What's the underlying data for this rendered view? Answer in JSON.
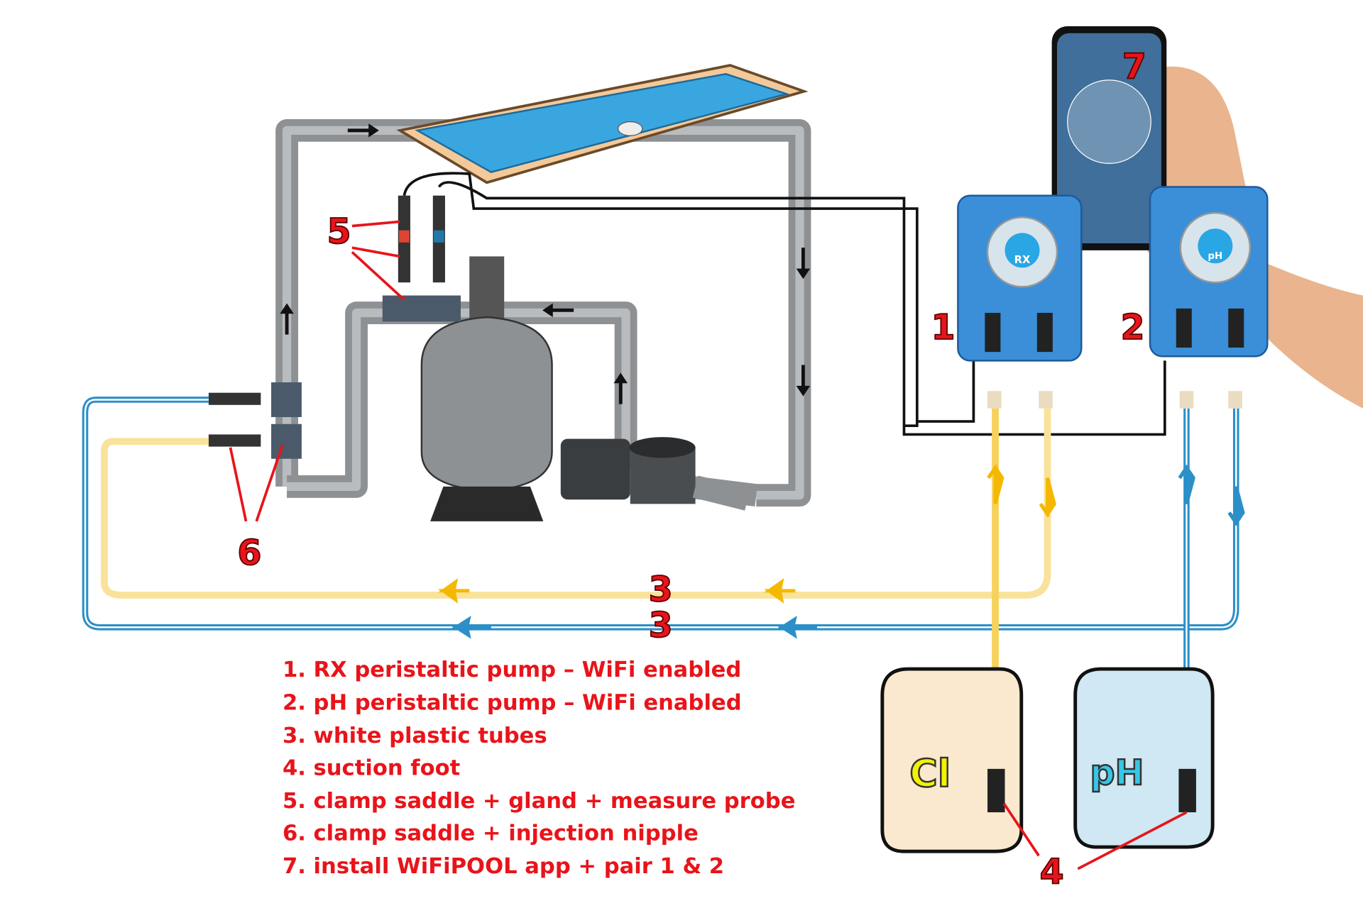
{
  "callouts": {
    "n1": "1",
    "n2": "2",
    "n3a": "3",
    "n3b": "3",
    "n4": "4",
    "n5": "5",
    "n6": "6",
    "n7": "7"
  },
  "pumps": {
    "rx_label": "RX",
    "ph_label": "pH"
  },
  "tanks": {
    "cl_label": "Cl",
    "ph_label": "pH"
  },
  "legend": [
    "1. RX peristaltic pump – WiFi enabled",
    "2. pH peristaltic pump – WiFi enabled",
    "3. white plastic tubes",
    "4. suction foot",
    "5. clamp saddle + gland + measure probe",
    "6. clamp saddle + injection nipple",
    "7. install WiFiPOOL app + pair 1 & 2"
  ],
  "colors": {
    "accent": "#e8141a",
    "yellow_tube": "#f6d25a",
    "blue_tube": "#2b8fc8",
    "pump_blue": "#3a8fd8",
    "pipe": "#8e9194"
  }
}
